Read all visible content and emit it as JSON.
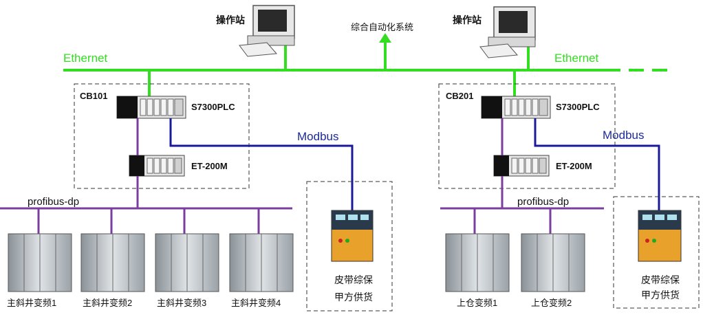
{
  "top": {
    "station_left_label": "操作站",
    "station_right_label": "操作站",
    "system_label": "综合自动化系统",
    "ethernet_left_label": "Ethernet",
    "ethernet_right_label": "Ethernet"
  },
  "left_group": {
    "cabinet_label": "CB101",
    "plc_label": "S7300PLC",
    "io_label": "ET-200M",
    "modbus_label": "Modbus",
    "bus_label": "profibus-dp",
    "vfds": [
      "主斜井变频1",
      "主斜井变频2",
      "主斜井变频3",
      "主斜井变频4"
    ],
    "supplier_line1": "皮带综保",
    "supplier_line2": "甲方供货"
  },
  "right_group": {
    "cabinet_label": "CB201",
    "plc_label": "S7300PLC",
    "io_label": "ET-200M",
    "modbus_label": "Modbus",
    "bus_label": "profibus-dp",
    "vfds": [
      "上仓变频1",
      "上仓变频2"
    ],
    "supplier_line1": "皮带综保",
    "supplier_line2": "甲方供货"
  },
  "colors": {
    "ethernet": "#33dd22",
    "modbus": "#1a1a99",
    "profibus": "#7a3f9e",
    "label_blue": "#1a2a99"
  }
}
